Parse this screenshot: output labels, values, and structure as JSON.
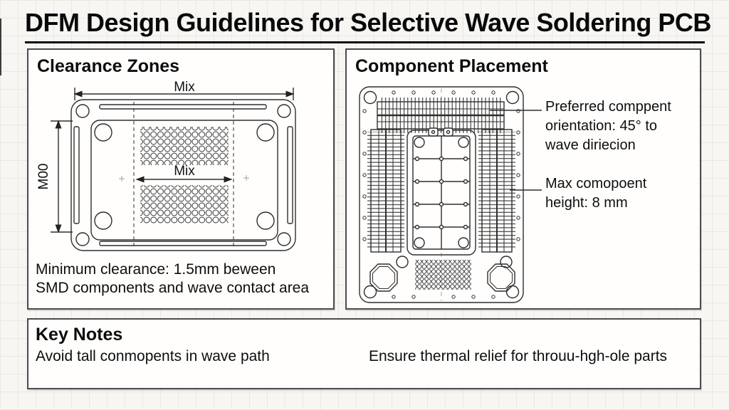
{
  "title": "DFM Design Guidelines for Selective Wave Soldering PCB",
  "clearance": {
    "heading": "Clearance Zones",
    "dim_top": "Mix",
    "dim_mid": "Mix",
    "dim_left": "M00",
    "caption": "Minimum clearance: 1.5mm beween\nSMD components and wave contact area"
  },
  "placement": {
    "heading": "Component Placement",
    "annotation_orientation": "Preferred comppent\norientation: 45° to\nwave diriecion",
    "annotation_height": "Max comopoent\nheight: 8 mm"
  },
  "key_notes": {
    "heading": "Key Notes",
    "note_left": "Avoid tall conmopents in wave path",
    "note_right": "Ensure thermal relief for throuu-hgh-ole parts"
  },
  "colors": {
    "background": "#f7f6f2",
    "grid_line": "#eae8e2",
    "panel_border": "#4c4c4c",
    "drawing_line": "#2e2e2e",
    "text": "#0e0e0e"
  }
}
